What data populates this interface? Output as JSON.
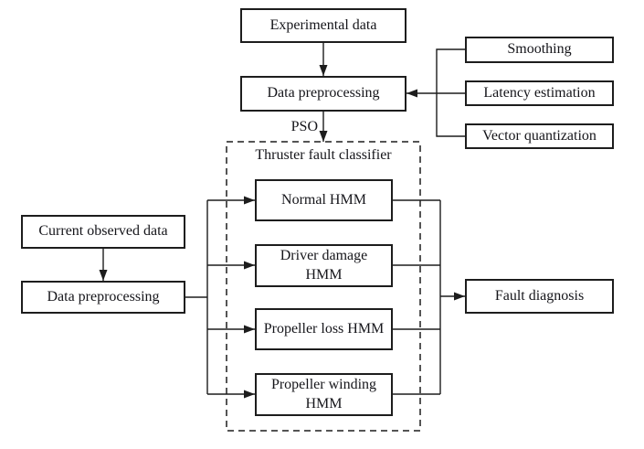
{
  "nodes": {
    "experimental_data": "Experimental data",
    "data_preprocessing_top": "Data preprocessing",
    "smoothing": "Smoothing",
    "latency_estimation": "Latency estimation",
    "vector_quantization": "Vector quantization",
    "current_observed_data": "Current observed data",
    "data_preprocessing_left": "Data preprocessing",
    "normal_hmm": "Normal HMM",
    "driver_damage_hmm": "Driver damage HMM",
    "propeller_loss_hmm": "Propeller loss HMM",
    "propeller_winding_hmm": "Propeller winding HMM",
    "fault_diagnosis": "Fault diagnosis"
  },
  "group": {
    "label": "Thruster fault classifier"
  },
  "edge_labels": {
    "optimizer": "PSO"
  },
  "colors": {
    "background": "#ffffff",
    "line": "#1d1d1d",
    "text": "#15151a"
  }
}
